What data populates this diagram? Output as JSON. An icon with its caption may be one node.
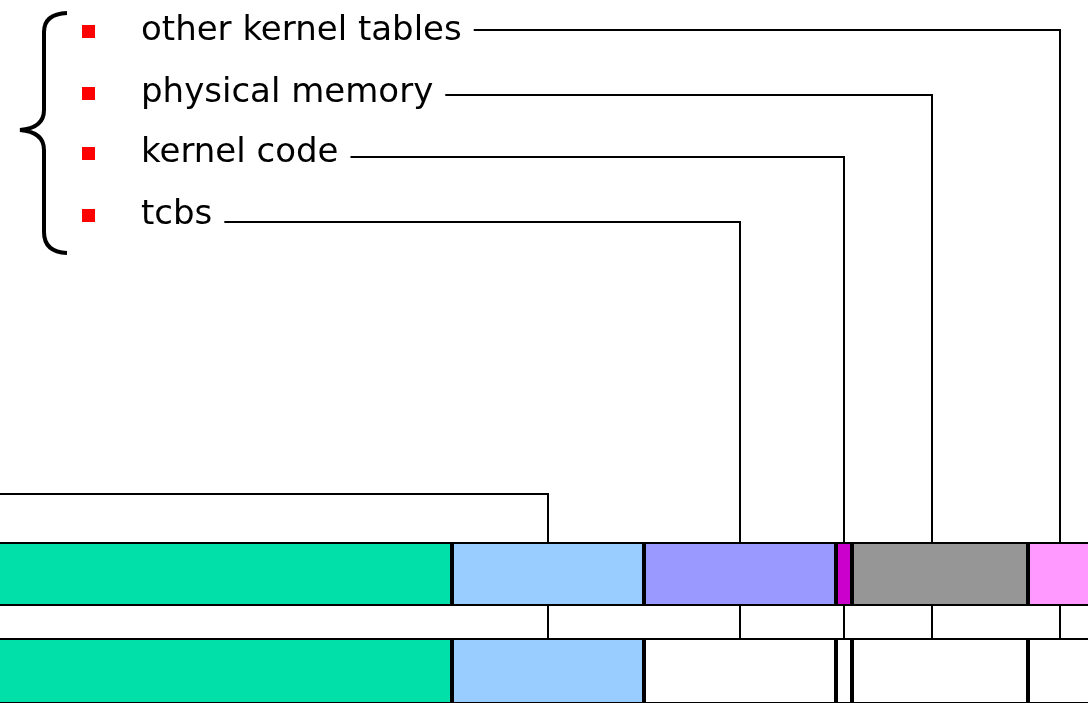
{
  "diagram": {
    "nodes": [
      {
        "text": [
          "other kernel tables"
        ]
      },
      {
        "text": [
          "physical memory"
        ]
      },
      {
        "text": [
          "kernel code"
        ]
      },
      {
        "text": [
          "tcbs"
        ]
      },
      {
        "text": [],
        "shape": "box"
      },
      {
        "text": [],
        "shape": "box"
      },
      {
        "text": [],
        "shape": "box"
      },
      {
        "text": [],
        "shape": "box"
      },
      {
        "text": [],
        "shape": "box"
      },
      {
        "text": [],
        "shape": "box"
      },
      {
        "text": [],
        "shape": "box"
      },
      {
        "text": [],
        "shape": "box"
      },
      {
        "text": [],
        "shape": "box"
      },
      {
        "text": [],
        "shape": "box"
      },
      {
        "text": [],
        "shape": "box"
      },
      {
        "text": [],
        "shape": "box"
      }
    ],
    "edges": [
      {
        "from": 0,
        "to": 9,
        "arrow": "none"
      },
      {
        "from": 1,
        "to": 8,
        "arrow": "none"
      },
      {
        "from": 2,
        "to": 7,
        "arrow": "none"
      },
      {
        "from": 3,
        "to": 6,
        "arrow": "none"
      },
      {
        "from": null,
        "to": 5,
        "arrow": "none"
      },
      {
        "from": 5,
        "to": 11,
        "arrow": "none"
      },
      {
        "from": 6,
        "to": 12,
        "arrow": "none"
      },
      {
        "from": 7,
        "to": 13,
        "arrow": "none"
      },
      {
        "from": 8,
        "to": 14,
        "arrow": "none"
      },
      {
        "from": 9,
        "to": 15,
        "arrow": "none"
      }
    ]
  }
}
